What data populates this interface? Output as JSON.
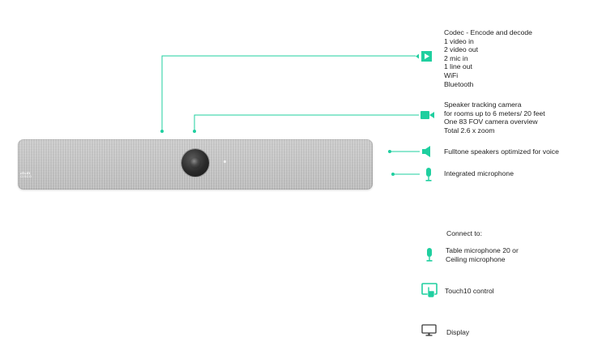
{
  "colors": {
    "accent": "#1fcf9f",
    "device_body": "#c9c9c9",
    "lens": "#1e1e1e",
    "text": "#1f1f1f"
  },
  "device": {
    "brand": "CISCO"
  },
  "callouts": {
    "codec": {
      "icon": "codec-play-icon",
      "lines": [
        "Codec - Encode and decode",
        "1 video in",
        "2 video out",
        "2 mic in",
        "1 line out",
        "WiFi",
        "Bluetooth"
      ]
    },
    "camera": {
      "icon": "video-camera-icon",
      "lines": [
        "Speaker tracking camera",
        "for rooms up to 6 meters/ 20 feet",
        "One 83 FOV camera overview",
        "Total 2.6 x zoom"
      ]
    },
    "speakers": {
      "icon": "speaker-icon",
      "text": "Fulltone speakers optimized for voice"
    },
    "microphone": {
      "icon": "microphone-icon",
      "text": "Integrated microphone"
    }
  },
  "connect": {
    "title": "Connect to:",
    "items": [
      {
        "icon": "table-microphone-icon",
        "lines": [
          "Table microphone 20 or",
          "Ceiling microphone"
        ]
      },
      {
        "icon": "touch-control-icon",
        "lines": [
          "Touch10 control"
        ]
      },
      {
        "icon": "display-icon",
        "lines": [
          "Display"
        ]
      }
    ]
  }
}
